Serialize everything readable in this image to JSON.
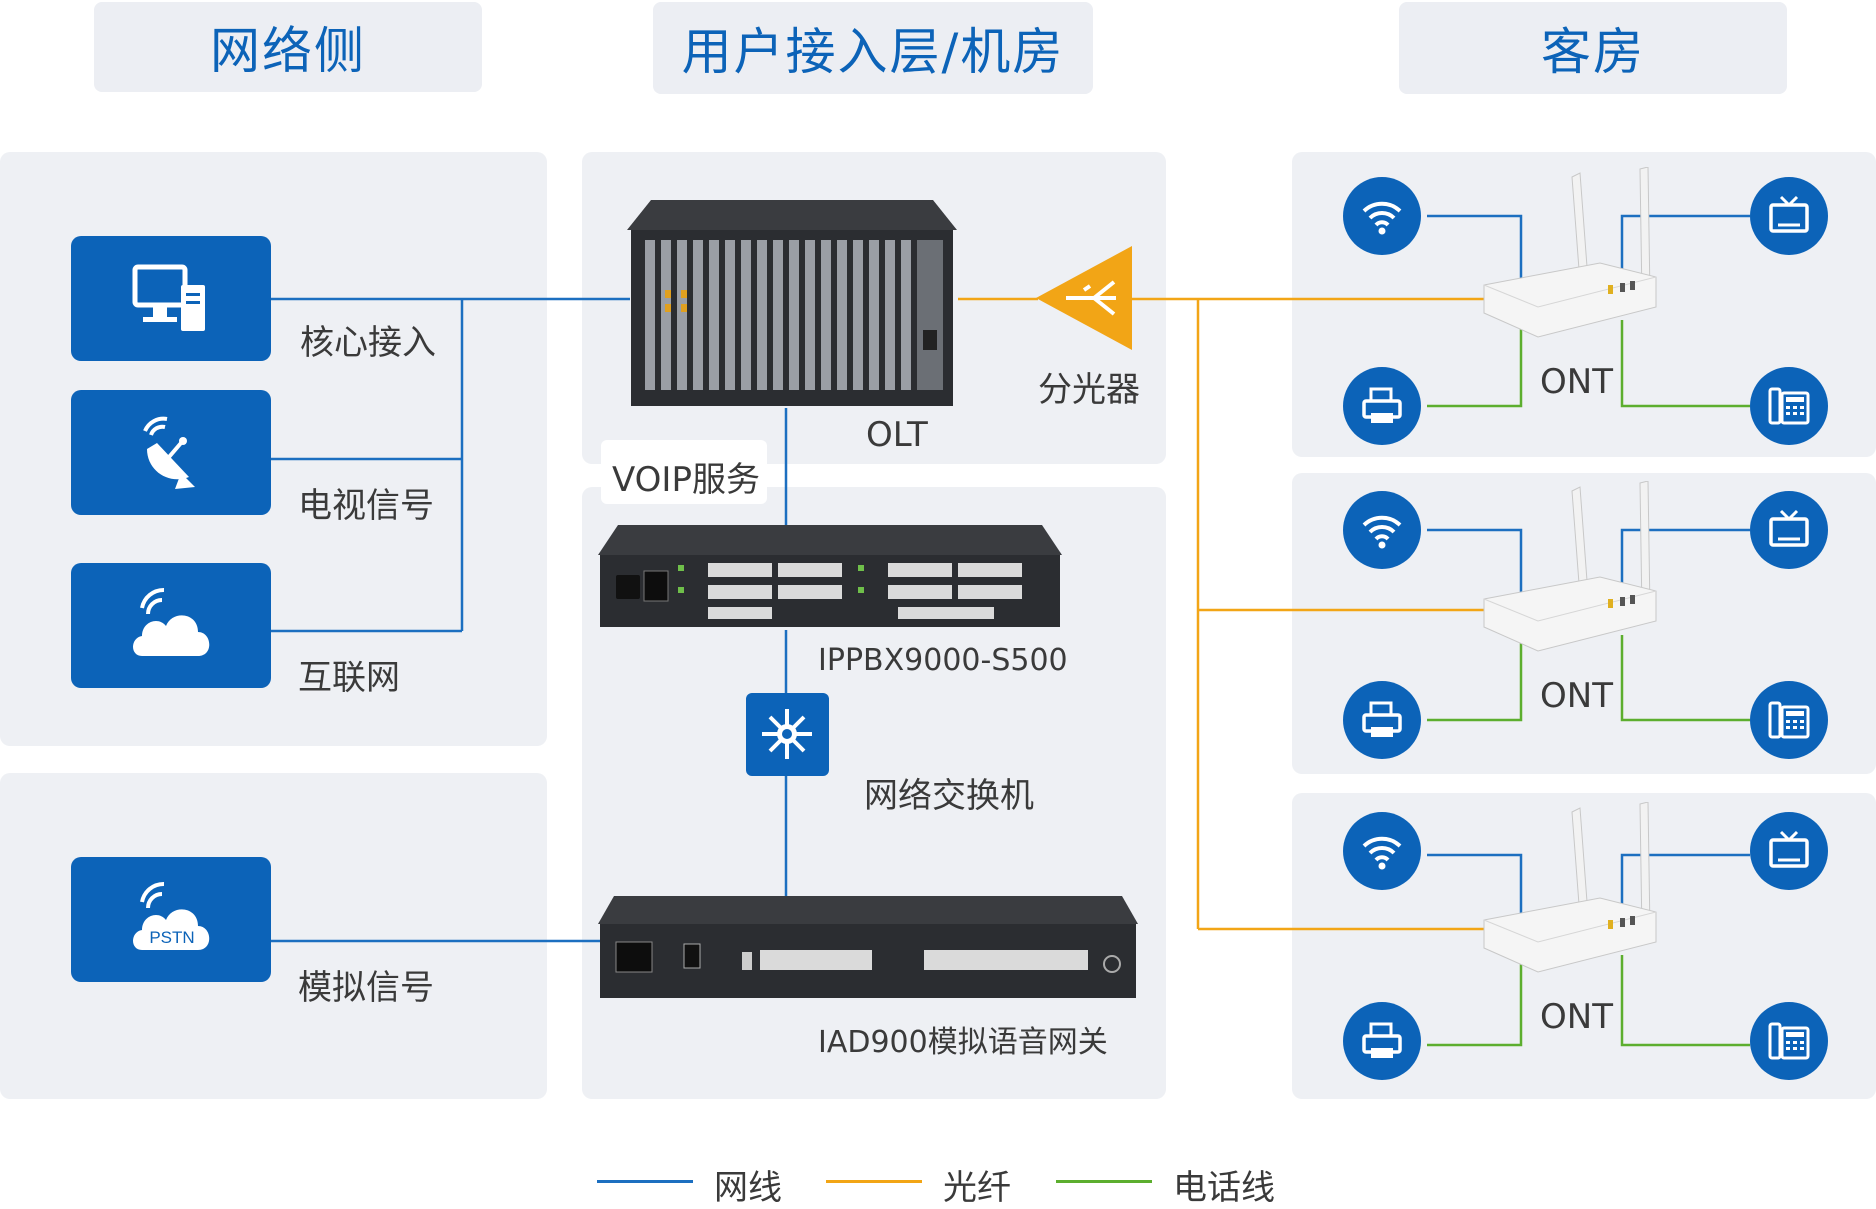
{
  "headers": {
    "network_side": "网络侧",
    "access_layer": "用户接入层/机房",
    "guest_room": "客房"
  },
  "sources": [
    {
      "label": "核心接入",
      "icon": "computer-icon"
    },
    {
      "label": "电视信号",
      "icon": "satellite-dish-icon"
    },
    {
      "label": "互联网",
      "icon": "cloud-icon"
    },
    {
      "label": "模拟信号",
      "icon": "pstn-cloud-icon",
      "badge": "PSTN"
    }
  ],
  "devices": {
    "olt": "OLT",
    "splitter": "分光器",
    "voip": "VOIP服务",
    "ippbx": "IPPBX9000-S500",
    "switch": "网络交换机",
    "iad": "IAD900模拟语音网关"
  },
  "rooms": [
    {
      "ont_label": "ONT"
    },
    {
      "ont_label": "ONT"
    },
    {
      "ont_label": "ONT"
    }
  ],
  "room_icons": [
    "wifi-icon",
    "tv-icon",
    "printer-icon",
    "telephone-icon"
  ],
  "legend": [
    {
      "label": "网线",
      "color": "#1c6fc0"
    },
    {
      "label": "光纤",
      "color": "#f2a516"
    },
    {
      "label": "电话线",
      "color": "#5cae2e"
    }
  ],
  "colors": {
    "accent": "#0c63b8",
    "network_cable": "#1c6fc0",
    "fiber": "#f2a516",
    "phone_line": "#5cae2e",
    "panel": "#eef0f4"
  }
}
